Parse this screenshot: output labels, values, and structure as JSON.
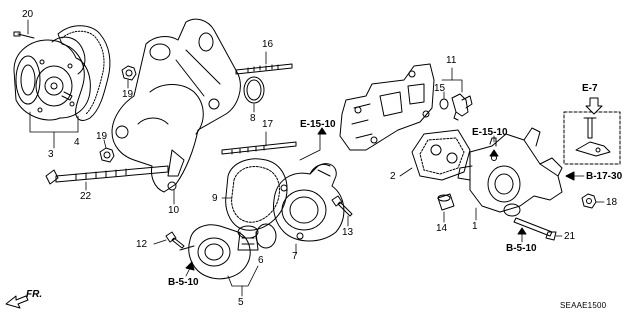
{
  "callouts": [
    "20",
    "4",
    "3",
    "19",
    "19",
    "22",
    "10",
    "16",
    "8",
    "17",
    "9",
    "12",
    "5",
    "6",
    "7",
    "13",
    "11",
    "15",
    "2",
    "14",
    "1",
    "18",
    "21"
  ],
  "references": [
    "E-15-10",
    "E-15-10",
    "E-7",
    "B-17-30",
    "B-5-10",
    "B-5-10"
  ],
  "front_marker": "FR.",
  "diagram_code": "SEAAE1500"
}
